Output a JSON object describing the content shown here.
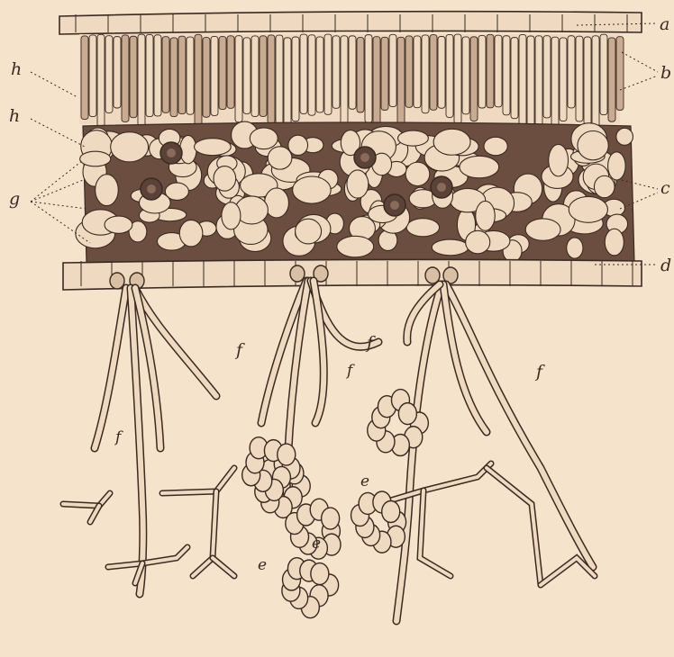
{
  "figure": {
    "colors": {
      "paper": "#f6e3cc",
      "ink": "#3a2a22",
      "cell_fill": "#efd9c0",
      "dark_cell": "#5a4238"
    },
    "labels": {
      "a": "a",
      "b": "b",
      "c": "c",
      "d": "d",
      "e": "e",
      "f": "f",
      "g": "g",
      "h": "h"
    }
  }
}
